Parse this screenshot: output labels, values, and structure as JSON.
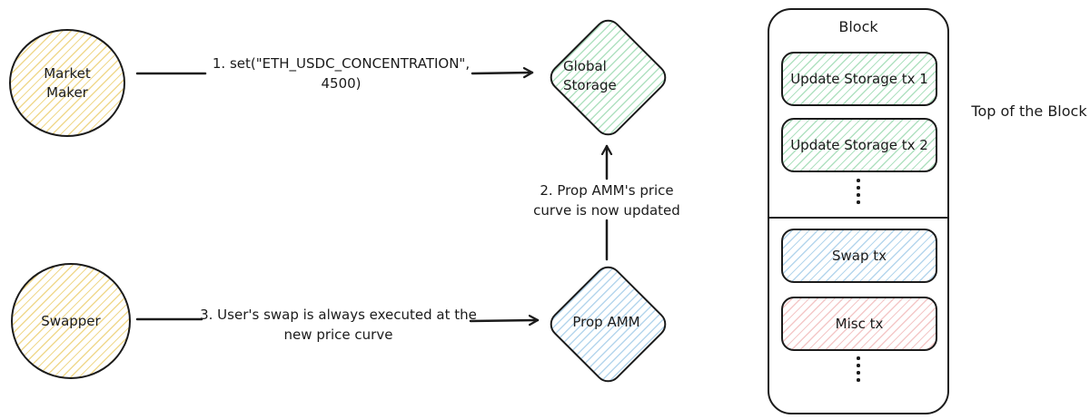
{
  "diagram": {
    "nodes": {
      "market_maker": {
        "label": "Market\nMaker"
      },
      "swapper": {
        "label": "Swapper"
      },
      "global_storage": {
        "label": "Global\nStorage"
      },
      "prop_amm": {
        "label": "Prop\nAMM"
      }
    },
    "arrows": {
      "step1": {
        "label": "1. set(\"ETH_USDC_CONCENTRATION\",\n4500)"
      },
      "step2": {
        "label": "2. Prop AMM's price\ncurve is now updated"
      },
      "step3": {
        "label": "3. User's swap is always executed at the\nnew price curve"
      }
    },
    "block": {
      "title": "Block",
      "items": [
        {
          "label": "Update Storage tx 1",
          "color": "green"
        },
        {
          "label": "Update Storage tx 2",
          "color": "green"
        },
        {
          "label": "Swap tx",
          "color": "blue"
        },
        {
          "label": "Misc tx",
          "color": "red"
        }
      ],
      "annotation": "Top of the Block"
    },
    "colors": {
      "ink": "#1b1b1b",
      "yellow_hatch": "#eed27a",
      "green_hatch": "#a2dcb6",
      "blue_hatch": "#a8cfea",
      "red_hatch": "#f2bebe"
    }
  }
}
